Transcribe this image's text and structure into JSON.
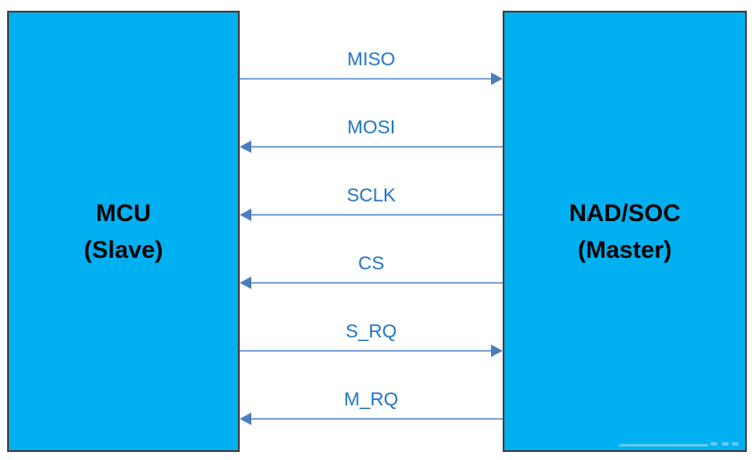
{
  "diagram": {
    "type": "block-diagram",
    "description": "SPI interconnect between MCU slave and NAD/SOC master",
    "nodes": [
      {
        "id": "mcu",
        "line1": "MCU",
        "line2": "(Slave)",
        "role": "slave"
      },
      {
        "id": "nad-soc",
        "line1": "NAD/SOC",
        "line2": "(Master)",
        "role": "master"
      }
    ],
    "signals": [
      {
        "label": "MISO",
        "direction": "right",
        "from": "mcu",
        "to": "nad-soc"
      },
      {
        "label": "MOSI",
        "direction": "left",
        "from": "nad-soc",
        "to": "mcu"
      },
      {
        "label": "SCLK",
        "direction": "left",
        "from": "nad-soc",
        "to": "mcu"
      },
      {
        "label": "CS",
        "direction": "left",
        "from": "nad-soc",
        "to": "mcu"
      },
      {
        "label": "S_RQ",
        "direction": "right",
        "from": "mcu",
        "to": "nad-soc"
      },
      {
        "label": "M_RQ",
        "direction": "left",
        "from": "nad-soc",
        "to": "mcu"
      }
    ],
    "colors": {
      "node_fill": "#00B0F0",
      "node_border": "#404040",
      "node_text": "#000000",
      "signal_label": "#1F74C8",
      "arrow_line": "#7FA5D9",
      "arrow_head": "#4B7EBD",
      "background": "#FFFFFF"
    }
  }
}
